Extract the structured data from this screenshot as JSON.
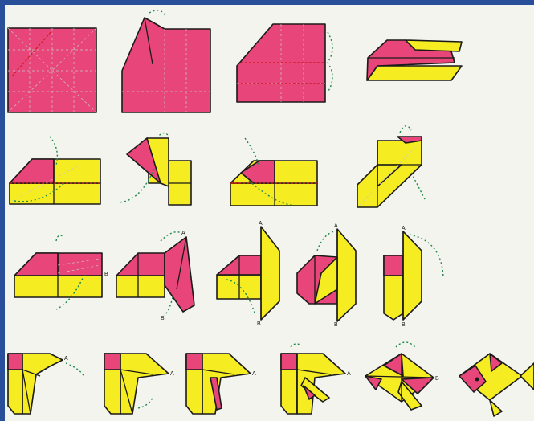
{
  "title": "",
  "colors": {
    "frame": "#2a4f9a",
    "background": "#f4f4ee",
    "paper_front": "#e8457a",
    "paper_back": "#f6ec22",
    "fold_line": "#d01818",
    "arrow": "#1d8a4a"
  },
  "rows": [
    {
      "steps": [
        "step-1",
        "step-2",
        "step-3",
        "step-4"
      ]
    },
    {
      "steps": [
        "step-5",
        "step-6",
        "step-7",
        "step-8"
      ]
    },
    {
      "steps": [
        "step-9",
        "step-10",
        "step-11",
        "step-12",
        "step-13"
      ]
    },
    {
      "steps": [
        "step-14",
        "step-15",
        "step-16",
        "step-17",
        "step-18",
        "step-19"
      ]
    }
  ],
  "point_labels": {
    "a": "A",
    "b": "B"
  }
}
